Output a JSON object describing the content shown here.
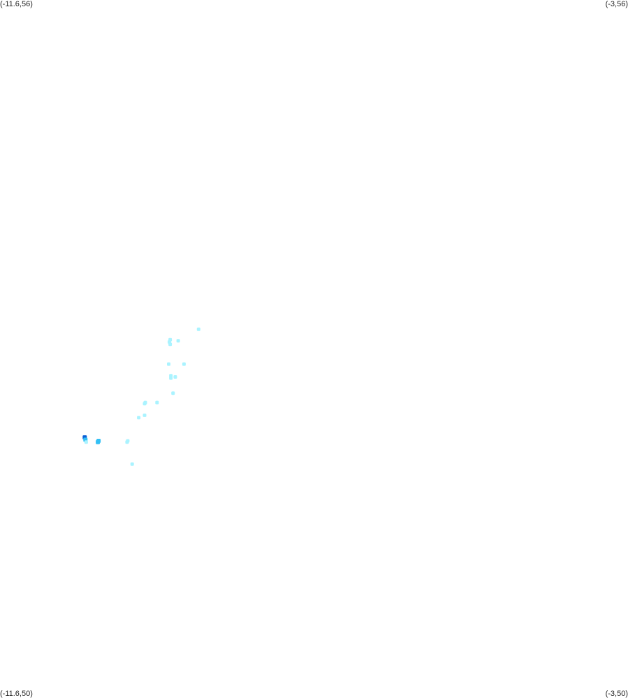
{
  "corners": {
    "top_left": "(-11.6,56)",
    "top_right": "(-3,56)",
    "bottom_left": "(-11.6,50)",
    "bottom_right": "(-3,50)"
  },
  "bounds": {
    "lon_min": -11.6,
    "lon_max": -3,
    "lat_min": 50,
    "lat_max": 56
  },
  "colors": {
    "background": "#ffffff",
    "low": "#aaf3ff",
    "mid": "#33c0f5",
    "high": "#0a5fd6"
  },
  "points": [
    {
      "lon": -8.88,
      "lat": 53.17,
      "level": "low"
    },
    {
      "lon": -9.27,
      "lat": 53.08,
      "level": "low"
    },
    {
      "lon": -9.28,
      "lat": 53.06,
      "level": "low"
    },
    {
      "lon": -9.27,
      "lat": 53.04,
      "level": "low"
    },
    {
      "lon": -9.16,
      "lat": 53.07,
      "level": "low"
    },
    {
      "lon": -9.08,
      "lat": 52.87,
      "level": "low"
    },
    {
      "lon": -9.29,
      "lat": 52.87,
      "level": "low"
    },
    {
      "lon": -9.26,
      "lat": 52.77,
      "level": "low"
    },
    {
      "lon": -9.26,
      "lat": 52.75,
      "level": "low"
    },
    {
      "lon": -9.2,
      "lat": 52.76,
      "level": "low"
    },
    {
      "lon": -9.23,
      "lat": 52.62,
      "level": "low"
    },
    {
      "lon": -9.61,
      "lat": 52.54,
      "level": "low"
    },
    {
      "lon": -9.62,
      "lat": 52.53,
      "level": "low"
    },
    {
      "lon": -9.45,
      "lat": 52.54,
      "level": "low"
    },
    {
      "lon": -9.7,
      "lat": 52.41,
      "level": "low"
    },
    {
      "lon": -9.62,
      "lat": 52.43,
      "level": "low"
    },
    {
      "lon": -9.85,
      "lat": 52.21,
      "level": "low"
    },
    {
      "lon": -9.86,
      "lat": 52.2,
      "level": "low"
    },
    {
      "lon": -9.79,
      "lat": 52.01,
      "level": "low"
    },
    {
      "lon": -10.25,
      "lat": 52.21,
      "level": "mid"
    },
    {
      "lon": -10.26,
      "lat": 52.2,
      "level": "mid"
    },
    {
      "lon": -10.44,
      "lat": 52.24,
      "level": "high"
    },
    {
      "lon": -10.43,
      "lat": 52.22,
      "level": "mid"
    },
    {
      "lon": -10.42,
      "lat": 52.2,
      "level": "low"
    }
  ]
}
